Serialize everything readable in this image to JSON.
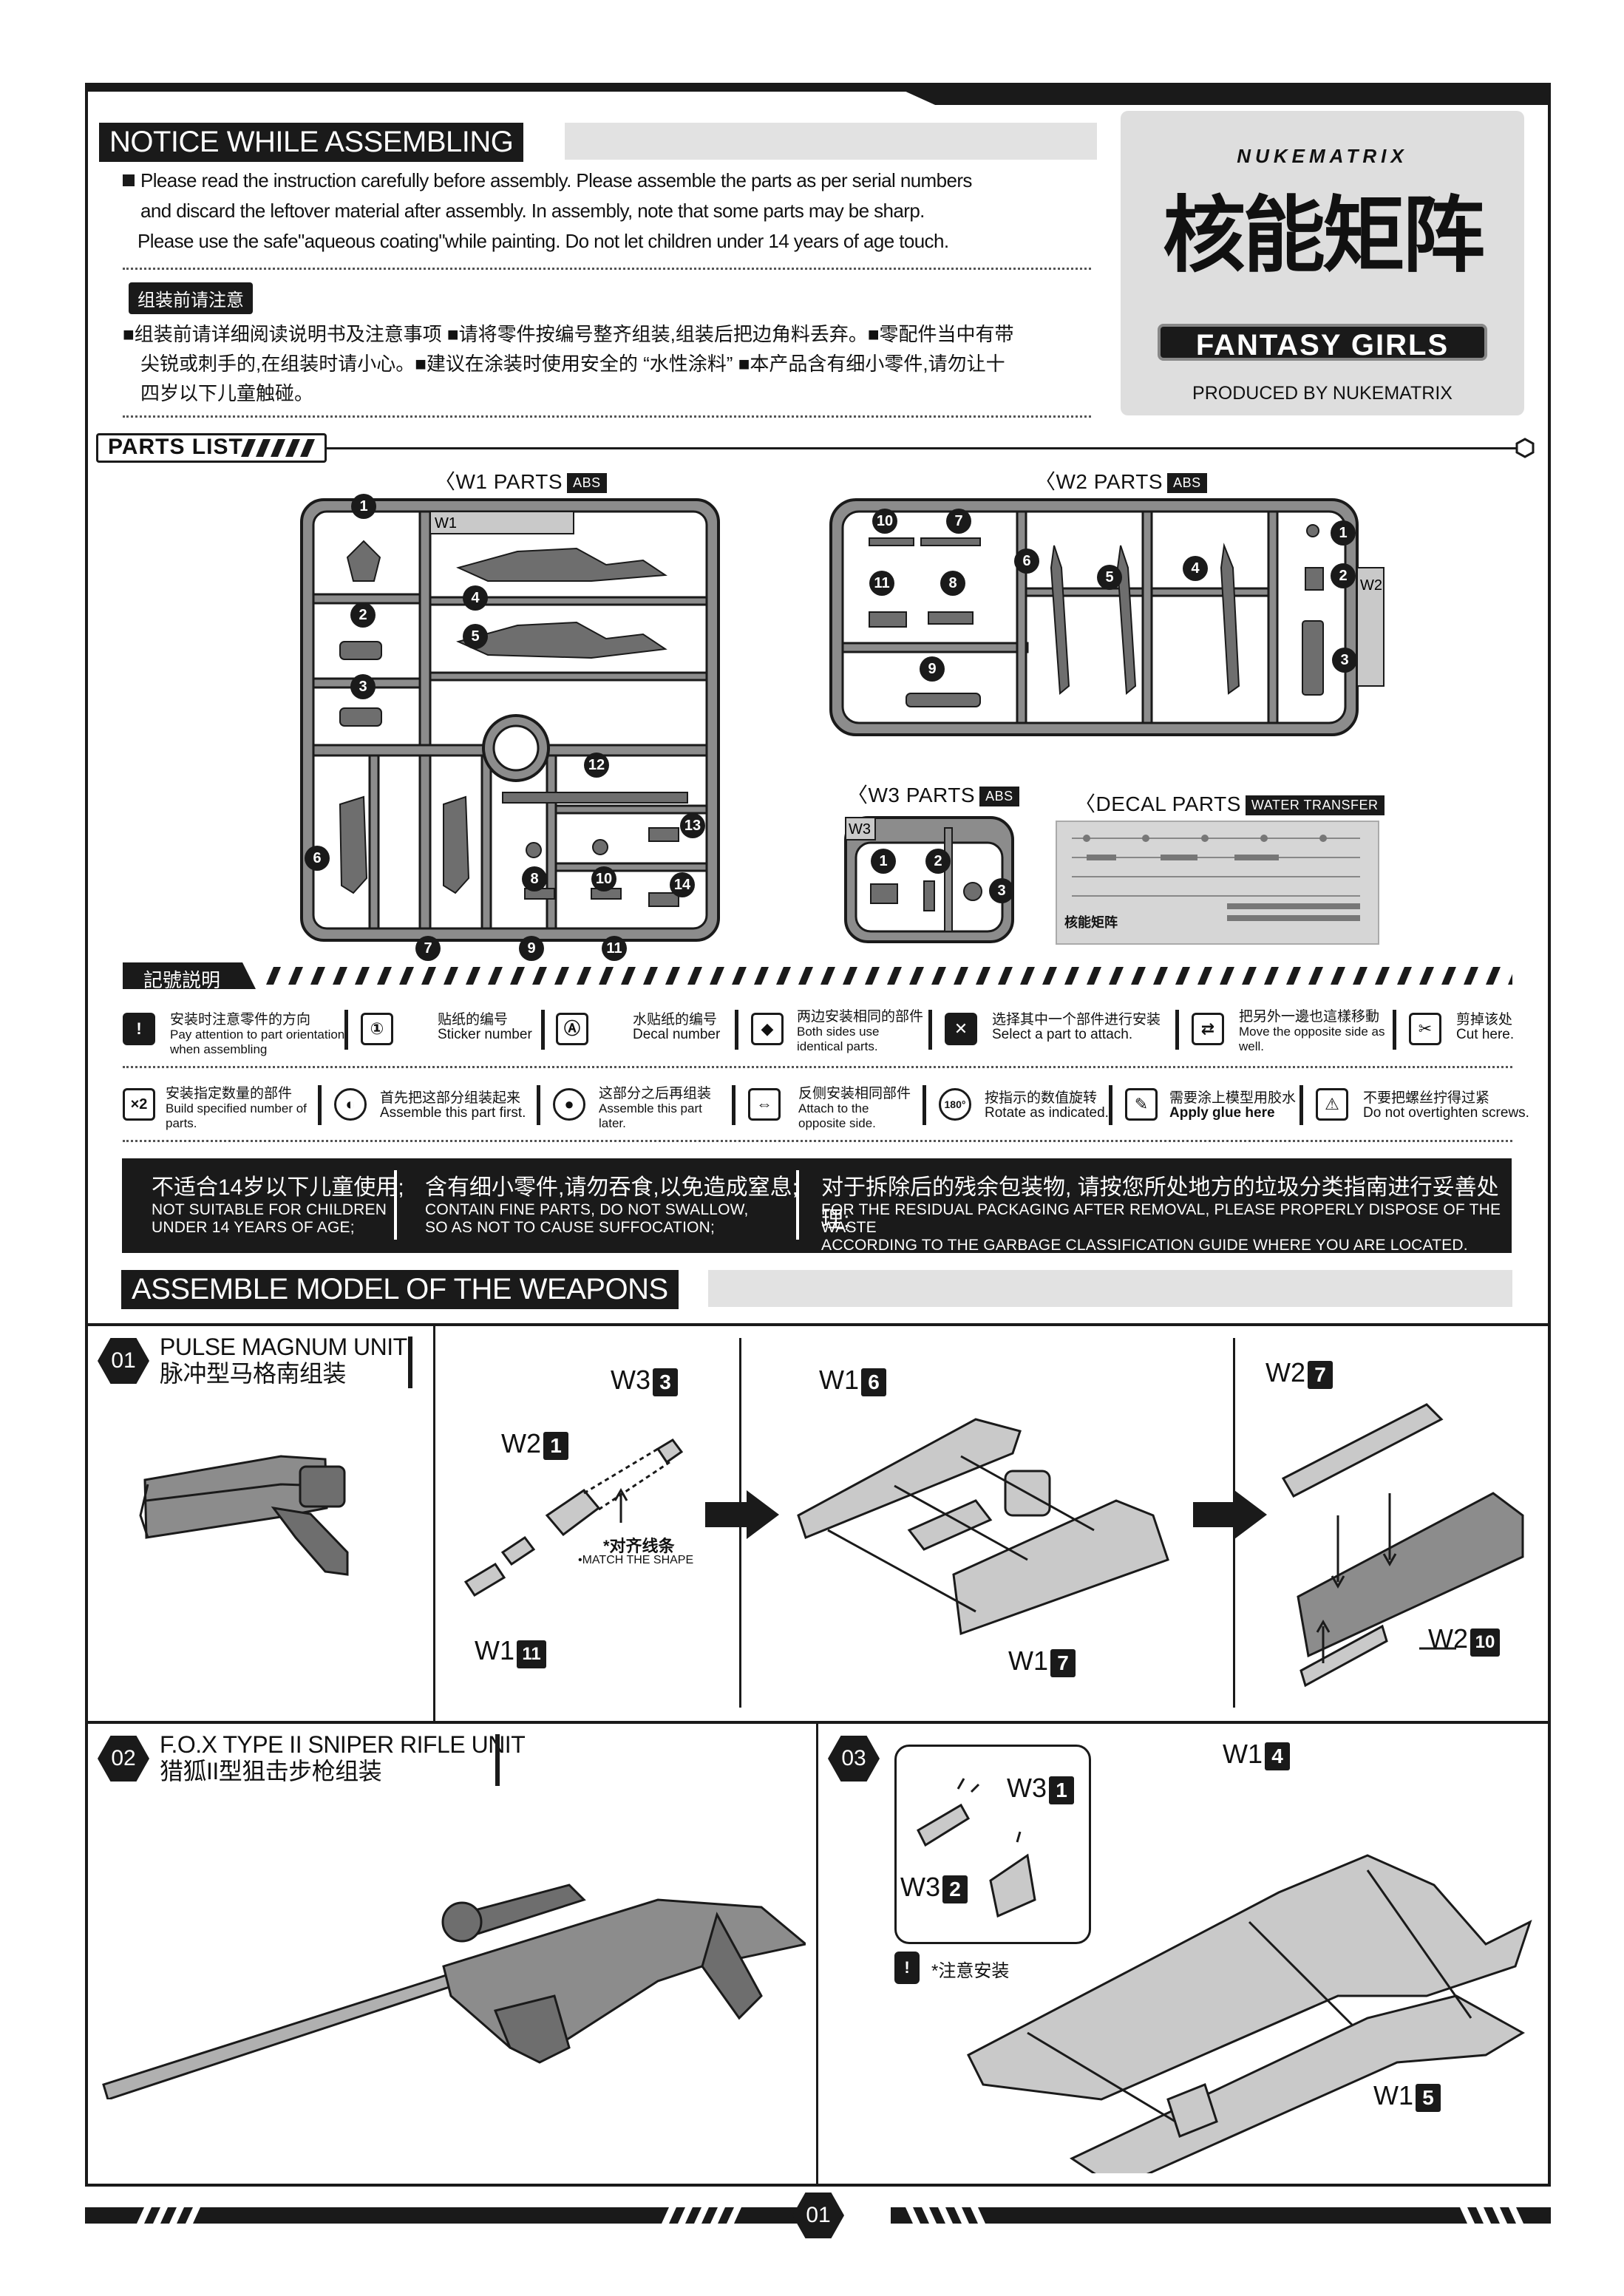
{
  "notice": {
    "title": "NOTICE WHILE  ASSEMBLING",
    "en_line1": "Please read the instruction carefully before assembly.  Please assemble the parts as per serial numbers",
    "en_line2": "and discard the leftover material after assembly. In assembly, note that some parts may be sharp.",
    "en_line3": "Please use the safe\"aqueous coating\"while painting. Do not let children under 14 years of age touch.",
    "cn_chip": "组装前请注意",
    "cn_line1": "■组装前请详细阅读说明书及注意事项  ■请将零件按编号整齐组装,组装后把边角料丢弃。■零配件当中有带",
    "cn_line2": "尖锐或刺手的,在组装时请小心。■建议在涂装时使用安全的 “水性涂料” ■本产品含有细小零件,请勿让十",
    "cn_line3": "四岁以下儿童触碰。"
  },
  "brand": {
    "en_logo": "NUKEMATRIX",
    "cn_logo": "核能矩阵",
    "series": "FANTASY GIRLS",
    "produced": "PRODUCED BY NUKEMATRIX"
  },
  "parts_list": {
    "title": "PARTS LIST",
    "w1_label": "〈W1 PARTS",
    "w2_label": "〈W2 PARTS",
    "w3_label": "〈W3 PARTS",
    "decal_label": "〈DECAL PARTS",
    "abs": "ABS",
    "water": "WATER TRANSFER",
    "w1_tag": "W1",
    "w2_tag": "W2",
    "w3_tag": "W3",
    "w1_nums": [
      "1",
      "2",
      "3",
      "4",
      "5",
      "6",
      "7",
      "8",
      "9",
      "10",
      "11",
      "12",
      "13",
      "14"
    ],
    "w2_nums": [
      "10",
      "7",
      "6",
      "5",
      "4",
      "1",
      "2",
      "8",
      "9",
      "11",
      "3"
    ],
    "w3_nums": [
      "1",
      "2",
      "3"
    ],
    "decal_brand": "核能矩阵"
  },
  "legend": {
    "title": "記號説明",
    "items": [
      {
        "icon": "!",
        "cn": "安装时注意零件的方向",
        "en": "Pay attention to part orientation when assembling"
      },
      {
        "icon": "①",
        "cn": "贴纸的编号",
        "en": "Sticker number"
      },
      {
        "icon": "Ⓐ",
        "cn": "水贴纸的编号",
        "en": "Decal number"
      },
      {
        "icon": "◆",
        "cn": "两边安装相同的部件",
        "en": "Both sides use identical parts."
      },
      {
        "icon": "✕",
        "cn": "选择其中一个部件进行安装",
        "en": "Select a part to attach."
      },
      {
        "icon": "⇄",
        "cn": "把另外一邊也這樣移動",
        "en": "Move the opposite side as well."
      },
      {
        "icon": "✂",
        "cn": "剪掉该处",
        "en": "Cut here."
      },
      {
        "icon": "×2",
        "cn": "安装指定数量的部件",
        "en": "Build specified number of parts."
      },
      {
        "icon": "◐",
        "cn": "首先把这部分组装起来",
        "en": "Assemble this part first."
      },
      {
        "icon": "●",
        "cn": "这部分之后再组装",
        "en": "Assemble this part later."
      },
      {
        "icon": "⇔",
        "cn": "反侧安装相同部件",
        "en": "Attach to the opposite side."
      },
      {
        "icon": "180°",
        "cn": "按指示的数值旋转",
        "en": "Rotate as indicated."
      },
      {
        "icon": "✎",
        "cn": "需要涂上模型用胶水",
        "en": "Apply glue here"
      },
      {
        "icon": "⚠",
        "cn": "不要把螺丝拧得过紧",
        "en": "Do not overtighten screws."
      }
    ]
  },
  "warning": {
    "cn1": "不适合14岁以下儿童使用;",
    "en1a": "NOT SUITABLE FOR CHILDREN",
    "en1b": "UNDER 14 YEARS OF AGE;",
    "cn2": "含有细小零件,请勿吞食,以免造成窒息;",
    "en2a": "CONTAIN FINE PARTS, DO NOT SWALLOW,",
    "en2b": "SO AS NOT TO CAUSE SUFFOCATION;",
    "cn3": "对于拆除后的残余包装物, 请按您所处地方的垃圾分类指南进行妥善处理;",
    "en3a": "FOR THE RESIDUAL PACKAGING AFTER REMOVAL, PLEASE PROPERLY DISPOSE OF THE WASTE",
    "en3b": "ACCORDING TO THE GARBAGE CLASSIFICATION GUIDE WHERE YOU ARE LOCATED."
  },
  "assemble": {
    "title": "ASSEMBLE MODEL OF THE  WEAPONS"
  },
  "steps": {
    "s01": {
      "num": "01",
      "en": "PULSE  MAGNUM UNIT",
      "cn": "脉冲型马格南组装"
    },
    "s02": {
      "num": "02",
      "en": "F.O.X TYPE II SNIPER RIFLE UNIT",
      "cn": "猎狐II型狙击步枪组装"
    },
    "s03": {
      "num": "03"
    }
  },
  "callouts": {
    "w3_3": {
      "sprue": "W3",
      "part": "3"
    },
    "w2_1": {
      "sprue": "W2",
      "part": "1"
    },
    "w1_11": {
      "sprue": "W1",
      "part": "11"
    },
    "w1_6": {
      "sprue": "W1",
      "part": "6"
    },
    "w1_7": {
      "sprue": "W1",
      "part": "7"
    },
    "w2_7": {
      "sprue": "W2",
      "part": "7"
    },
    "w2_10": {
      "sprue": "W2",
      "part": "10"
    },
    "w3_1": {
      "sprue": "W3",
      "part": "1"
    },
    "w3_2": {
      "sprue": "W3",
      "part": "2"
    },
    "w1_4": {
      "sprue": "W1",
      "part": "4"
    },
    "w1_5": {
      "sprue": "W1",
      "part": "5"
    },
    "align_cn": "*对齐线条",
    "align_en": "•MATCH THE SHAPE",
    "caution_cn": "*注意安装"
  },
  "page": {
    "number": "01"
  }
}
